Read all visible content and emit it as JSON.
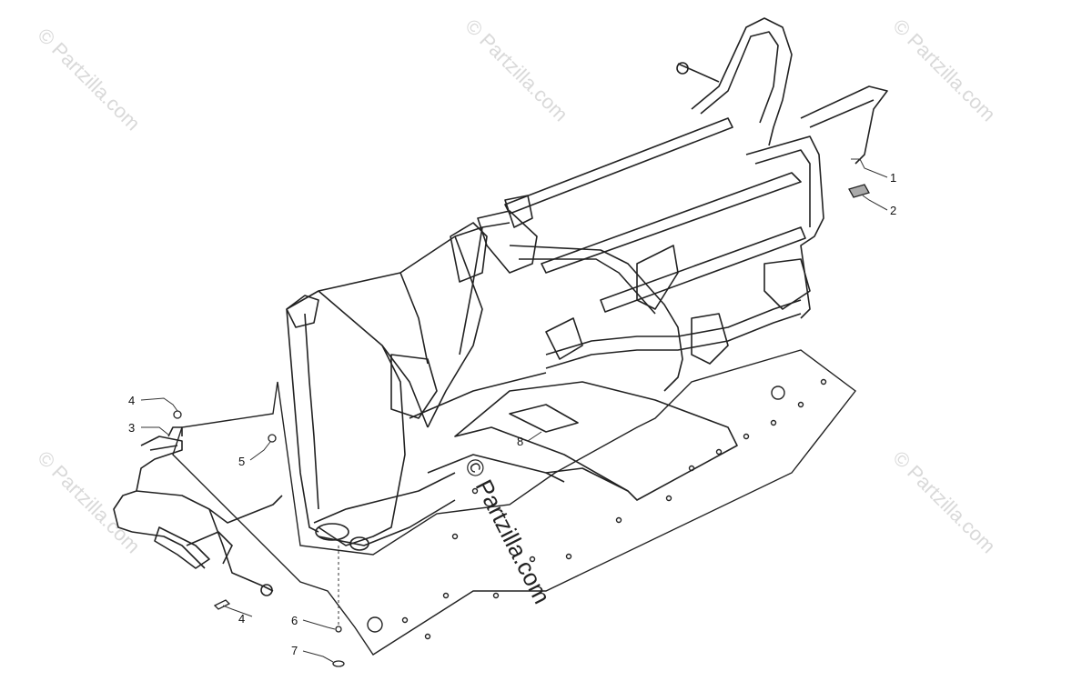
{
  "watermark": {
    "text": "© Partzilla.com"
  },
  "callouts": [
    {
      "id": "1",
      "label": "1"
    },
    {
      "id": "2",
      "label": "2"
    },
    {
      "id": "3",
      "label": "3"
    },
    {
      "id": "4a",
      "label": "4"
    },
    {
      "id": "4b",
      "label": "4"
    },
    {
      "id": "5",
      "label": "5"
    },
    {
      "id": "6",
      "label": "6"
    },
    {
      "id": "7",
      "label": "7"
    },
    {
      "id": "8",
      "label": "8"
    }
  ]
}
